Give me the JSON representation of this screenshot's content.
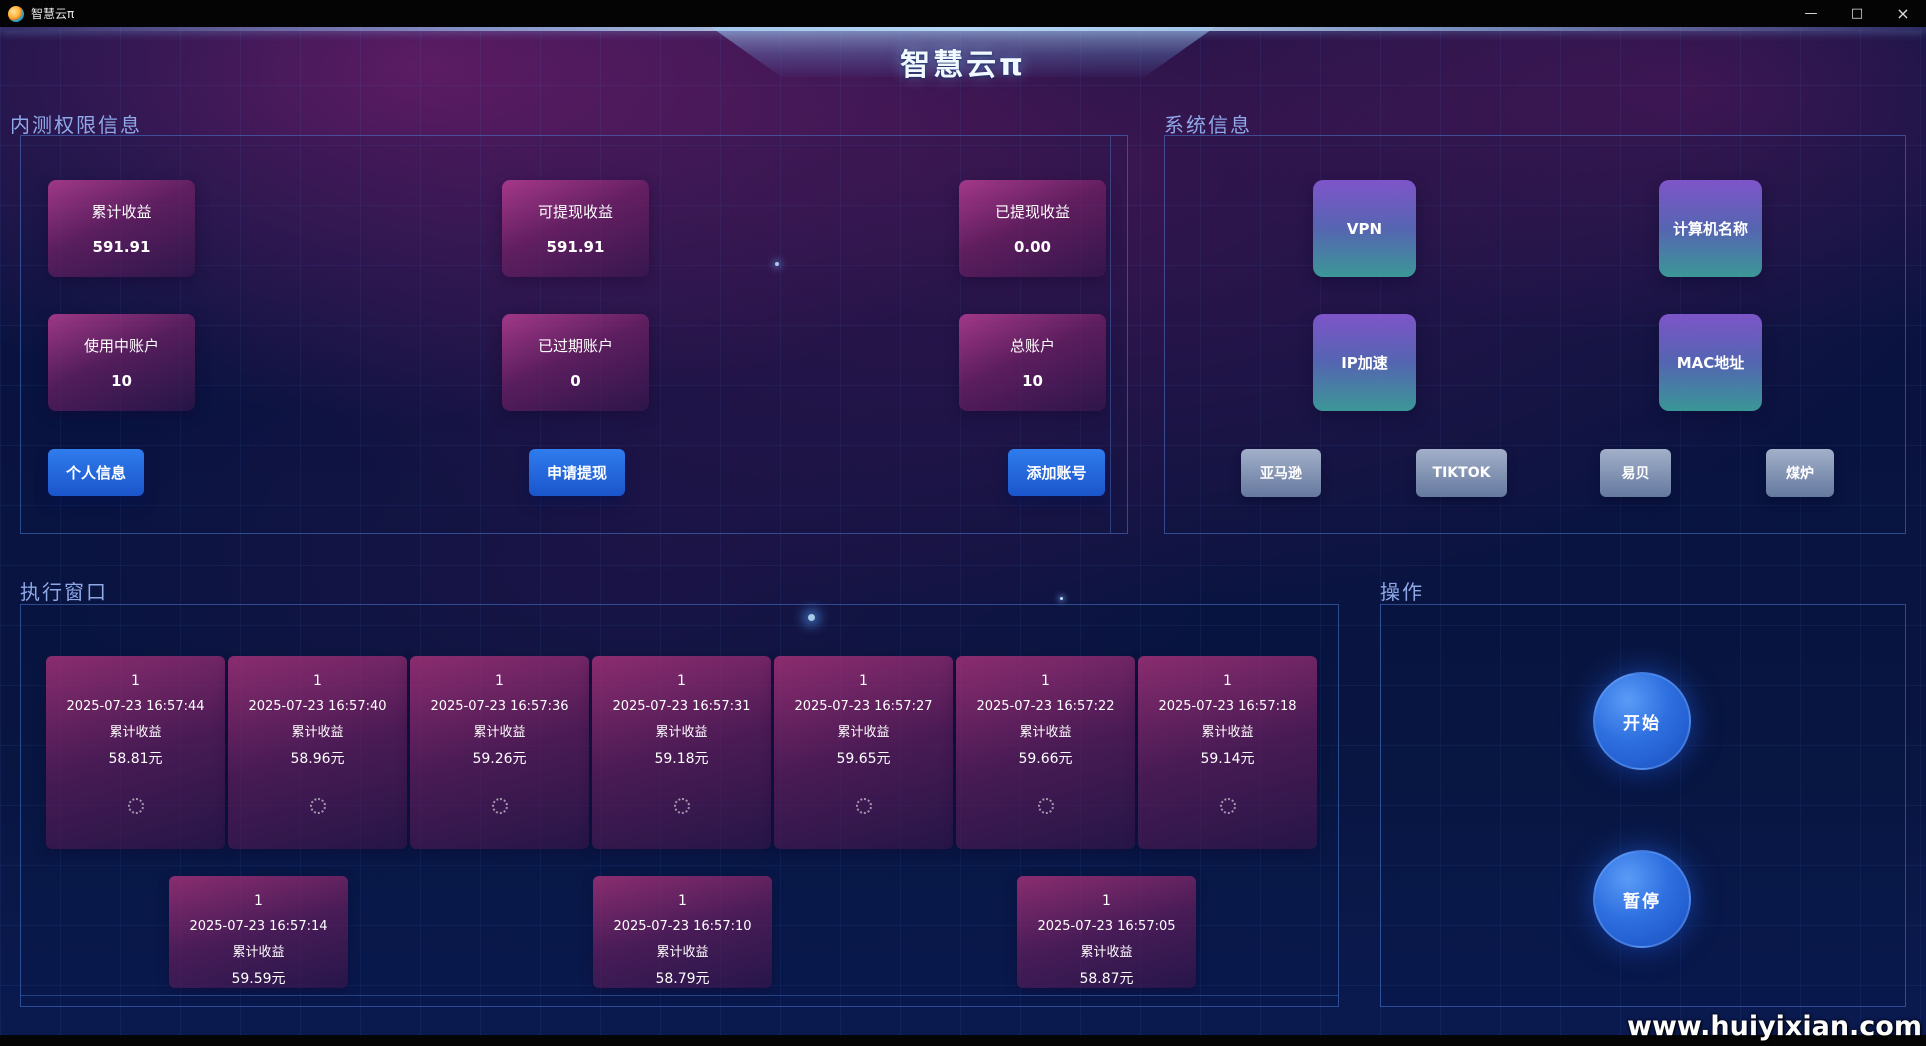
{
  "window": {
    "title": "智慧云π",
    "minimize": "—",
    "maximize": "□",
    "close": "×"
  },
  "header": {
    "title": "智慧云π"
  },
  "account_panel": {
    "label": "内测权限信息",
    "stats": [
      {
        "label": "累计收益",
        "value": "591.91"
      },
      {
        "label": "可提现收益",
        "value": "591.91"
      },
      {
        "label": "已提现收益",
        "value": "0.00"
      },
      {
        "label": "使用中账户",
        "value": "10"
      },
      {
        "label": "已过期账户",
        "value": "0"
      },
      {
        "label": "总账户",
        "value": "10"
      }
    ],
    "profile_button": "个人信息",
    "withdraw_button": "申请提现",
    "add_account_button": "添加账号"
  },
  "system_panel": {
    "label": "系统信息",
    "cards": [
      {
        "label": "VPN"
      },
      {
        "label": "计算机名称"
      },
      {
        "label": "IP加速"
      },
      {
        "label": "MAC地址"
      }
    ],
    "platforms": [
      {
        "label": "亚马逊"
      },
      {
        "label": "TIKTOK"
      },
      {
        "label": "易贝"
      },
      {
        "label": "煤炉"
      }
    ]
  },
  "execution_panel": {
    "label": "执行窗口",
    "income_label": "累计收益",
    "rows": [
      [
        {
          "id": "1",
          "time": "2025-07-23 16:57:44",
          "value": "58.81元"
        },
        {
          "id": "1",
          "time": "2025-07-23 16:57:40",
          "value": "58.96元"
        },
        {
          "id": "1",
          "time": "2025-07-23 16:57:36",
          "value": "59.26元"
        },
        {
          "id": "1",
          "time": "2025-07-23 16:57:31",
          "value": "59.18元"
        },
        {
          "id": "1",
          "time": "2025-07-23 16:57:27",
          "value": "59.65元"
        },
        {
          "id": "1",
          "time": "2025-07-23 16:57:22",
          "value": "59.66元"
        },
        {
          "id": "1",
          "time": "2025-07-23 16:57:18",
          "value": "59.14元"
        }
      ],
      [
        {
          "id": "1",
          "time": "2025-07-23 16:57:14",
          "value": "59.59元"
        },
        {
          "id": "1",
          "time": "2025-07-23 16:57:10",
          "value": "58.79元"
        },
        {
          "id": "1",
          "time": "2025-07-23 16:57:05",
          "value": "58.87元"
        }
      ]
    ]
  },
  "operation_panel": {
    "label": "操作",
    "start_button": "开始",
    "pause_button": "暂停"
  },
  "watermark": "www.huiyixian.com",
  "colors": {
    "accent_blue": "#1f63d6",
    "panel_border": "#4e82de",
    "card_magenta": "#aa327a",
    "sys_card_top": "#865ad4",
    "sys_card_bottom": "#3ea29e",
    "label_blue": "#8fa8e8",
    "background_navy": "#0a1340",
    "nebula_magenta": "#98227e"
  }
}
